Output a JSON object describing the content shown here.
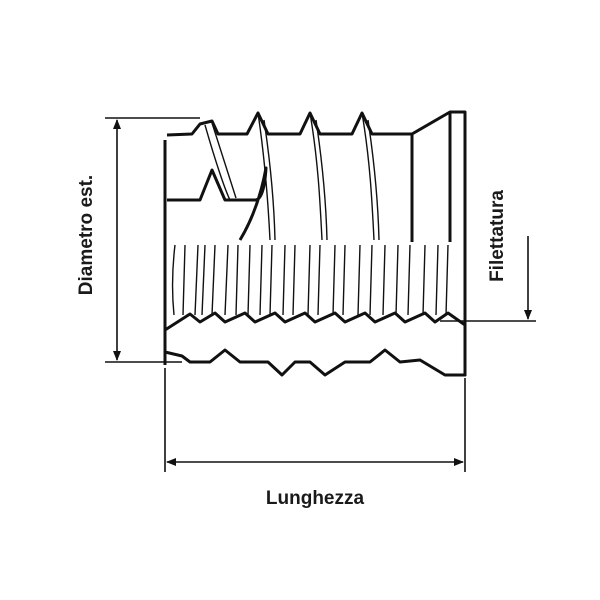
{
  "labels": {
    "outer_diameter": "Diametro est.",
    "thread": "Filettatura",
    "length": "Lunghezza"
  },
  "colors": {
    "line": "#111111",
    "background": "#ffffff"
  }
}
